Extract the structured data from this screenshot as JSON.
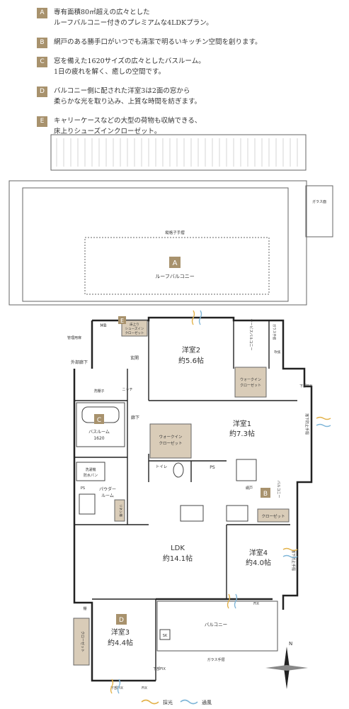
{
  "features": [
    {
      "badge": "A",
      "line1": "専有面積80㎡超えの広々とした",
      "line2": "ルーフバルコニー付きのプレミアムな4LDKプラン。"
    },
    {
      "badge": "B",
      "line1": "網戸のある勝手口がいつでも清潔で明るいキッチン空間を創ります。",
      "line2": ""
    },
    {
      "badge": "C",
      "line1": "窓を備えた1620サイズの広々としたバスルーム。",
      "line2": "1日の疲れを解く、癒しの空間です。"
    },
    {
      "badge": "D",
      "line1": "バルコニー側に配された洋室3は2面の窓から",
      "line2": "柔らかな光を取り込み、上質な時間を紡ぎます。"
    },
    {
      "badge": "E",
      "line1": "キャリーケースなどの大型の荷物も収納できる、",
      "line2": "床上りシューズインクローゼット。"
    }
  ],
  "plan": {
    "roof_balcony": "ルーフバルコニー",
    "lattice_rail": "縦格子手摺",
    "glass_face": "ガラス面",
    "mb": "MB",
    "management_door": "管理用扉",
    "outer_hall": "外部廊下",
    "shoes_closet": [
      "床上り",
      "シューズイン",
      "クローゼット"
    ],
    "entrance": "玄関",
    "niche": "ニッチ",
    "corridor": "廊下",
    "room2": {
      "name": "洋室2",
      "size": "約5.6帖"
    },
    "room1": {
      "name": "洋室1",
      "size": "約7.3帖"
    },
    "room3": {
      "name": "洋室3",
      "size": "約4.4帖"
    },
    "room4": {
      "name": "洋室4",
      "size": "約4.0帖"
    },
    "ldk": {
      "name": "LDK",
      "size": "約14.1帖"
    },
    "service_balcony": "サービスバルコニー",
    "lower_fix": "下部FIX",
    "glass_rail": "ガラス手摺",
    "rear_fence": "吹抜",
    "walkin_closet": [
      "ウォークイン",
      "クローゼット"
    ],
    "bathroom": [
      "バスルーム",
      "1620"
    ],
    "bath_shelf": "洗棚子",
    "washer_pan": [
      "洗濯機",
      "防水パン"
    ],
    "powder_room": [
      "パウダー",
      "ルーム"
    ],
    "linen": "リネン庫",
    "toilet": "トイレ",
    "ps": "PS",
    "back_door": "網戸",
    "balcony": "バルコニー",
    "closet": "クローゼット",
    "fall_prevent": "落下防止手摺",
    "fix": "FIX",
    "shelf": "棚",
    "sk": "SK",
    "compass": "N"
  },
  "bottom_legend": {
    "light": "採光",
    "air": "通風"
  }
}
